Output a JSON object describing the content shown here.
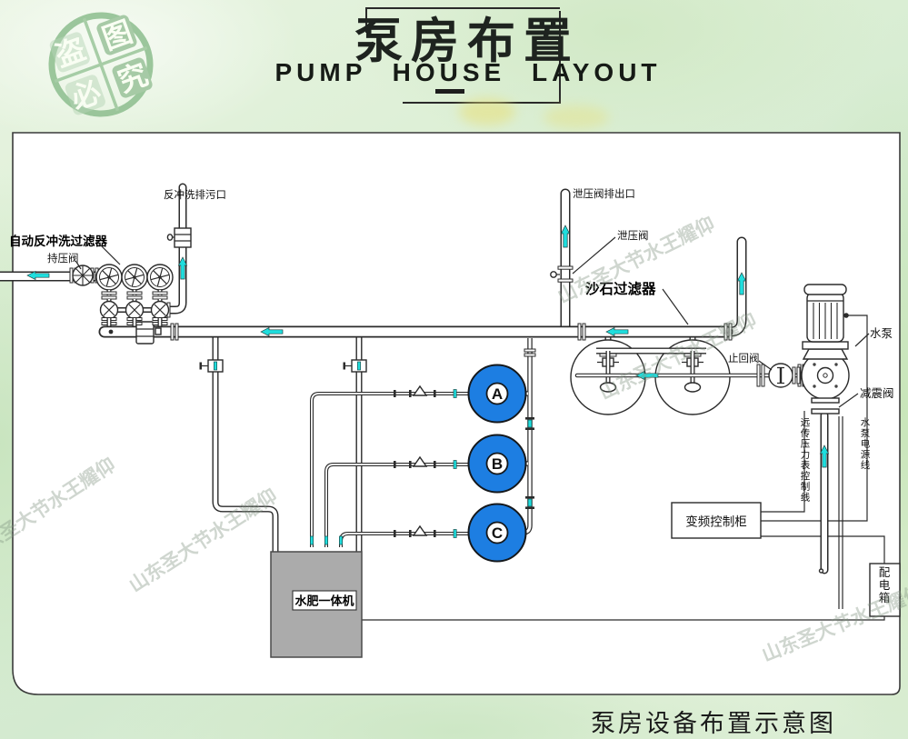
{
  "header": {
    "stamp": [
      "盗",
      "图",
      "必",
      "究"
    ],
    "title": "泵房布置",
    "subtitle": "PUMP HOUSE LAYOUT"
  },
  "watermark": "山东圣大节水王耀仰",
  "caption": "泵房设备布置示意图",
  "labels": {
    "backwash_drain_outlet": "反冲洗排污口",
    "auto_backwash_filter": "自动反冲洗过滤器",
    "pressure_holding_valve": "持压阀",
    "relief_valve_outlet": "泄压阀排出口",
    "relief_valve": "泄压阀",
    "sand_filter": "沙石过滤器",
    "check_valve": "止回阀",
    "water_pump": "水泵",
    "damping_valve": "减震阀",
    "remote_pressure_gauge_line": "远传压力表控制线",
    "pump_power_line": "水泵电源线",
    "vfd_cabinet": "变频控制柜",
    "distribution_box": "配电箱",
    "fertilizer_machine": "水肥一体机",
    "tanks": [
      "A",
      "B",
      "C"
    ]
  },
  "colors": {
    "tank_blue": "#1d7ee2",
    "arrow_cyan": "#1fdede",
    "stamp_green": "#93c093",
    "machine_gray": "#ababab",
    "line_dark": "#2b2b2b"
  }
}
